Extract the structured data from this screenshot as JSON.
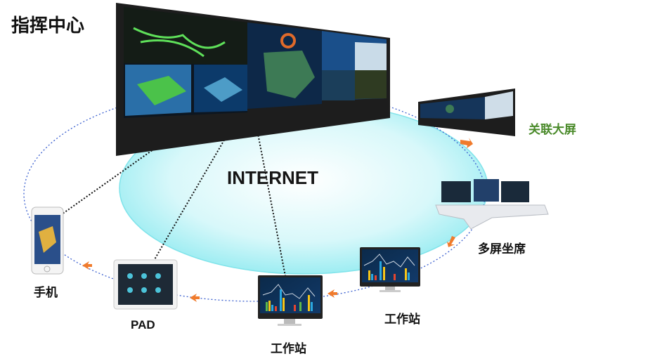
{
  "title": "指挥中心",
  "network_label": "INTERNET",
  "nodes": {
    "linked_screen": "关联大屏",
    "multi_screen_seat": "多屏坐席",
    "workstation_1": "工作站",
    "workstation_2": "工作站",
    "pad": "PAD",
    "phone": "手机"
  },
  "colors": {
    "cloud": "#aef0f3",
    "ring": "#3a5fcf",
    "arrow": "#f07b2c",
    "linked_label": "#4a8a2a"
  }
}
